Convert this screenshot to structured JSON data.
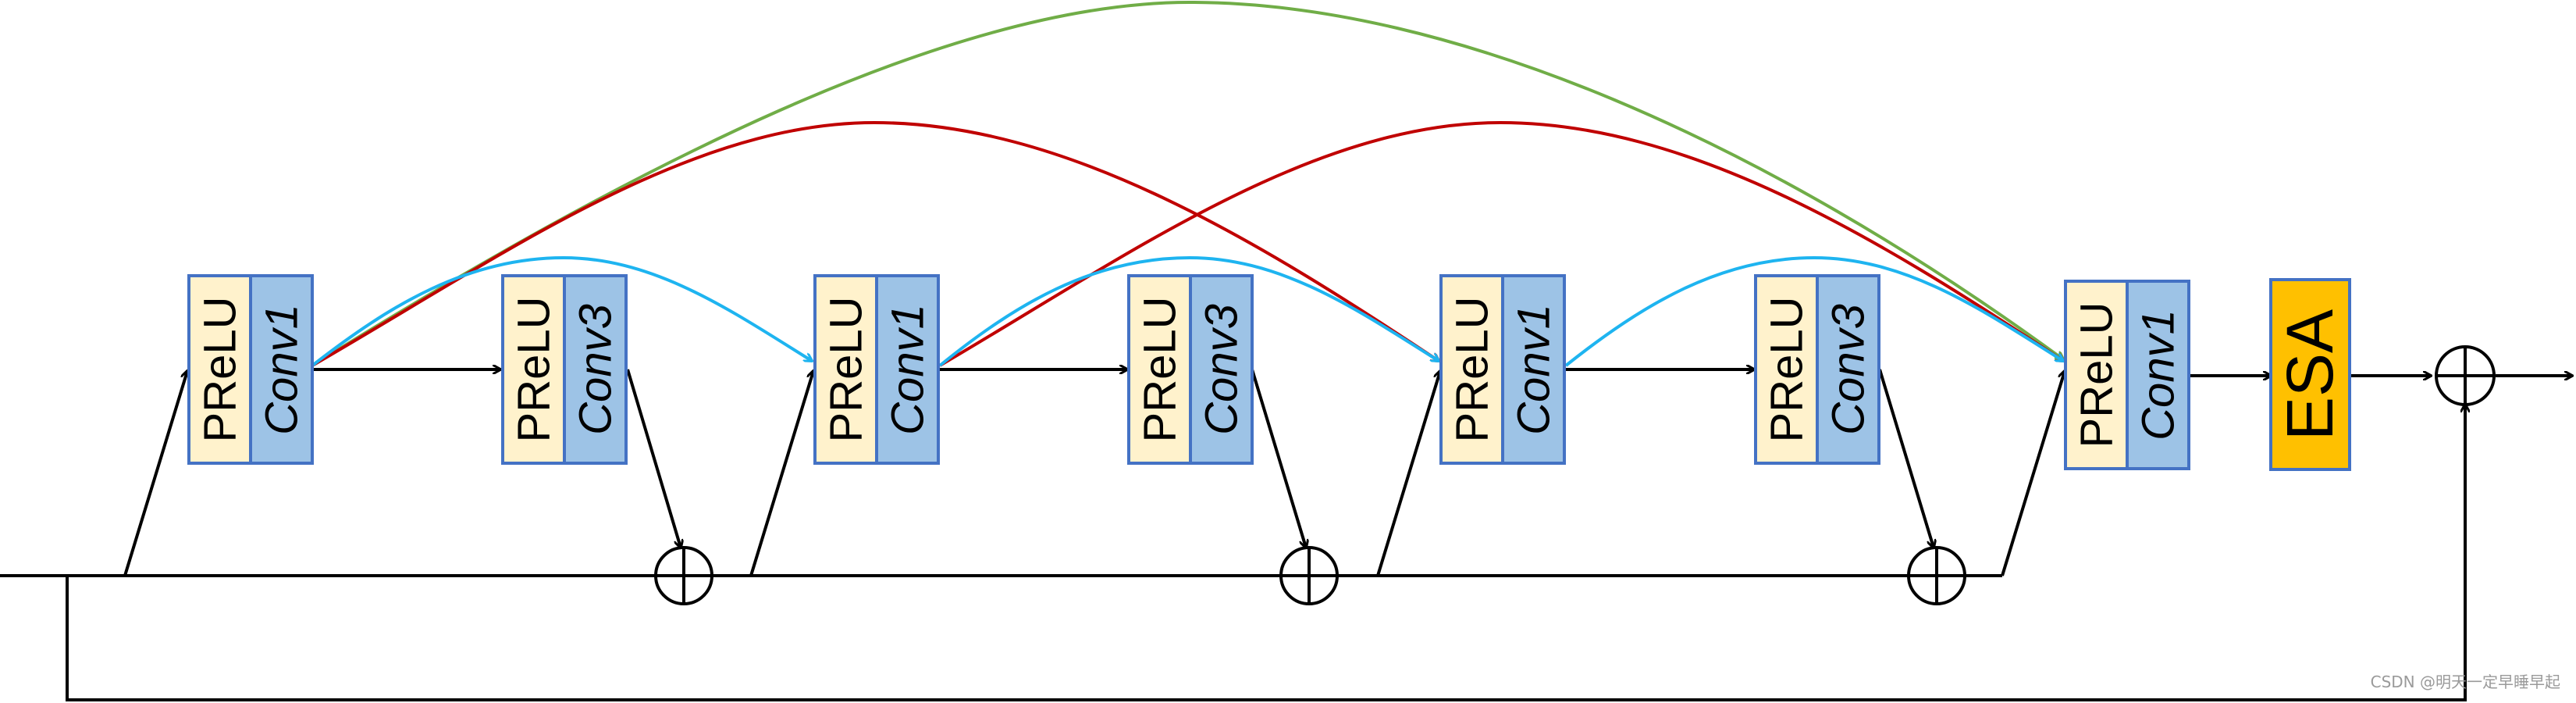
{
  "labels": {
    "prelu": "PReLU",
    "conv1": "Conv1",
    "conv3": "Conv3",
    "esa": "ESA"
  },
  "colors": {
    "prelu_fill": "#FFF2CC",
    "conv_fill": "#9DC3E6",
    "block_border": "#4472C4",
    "esa_fill": "#FFC000",
    "esa_border": "#4472C4",
    "line": "#000000",
    "skip_blue": "#1EB4F0",
    "skip_red": "#C00000",
    "skip_green": "#70AD47"
  },
  "watermark": "CSDN @明天一定早睡早起"
}
